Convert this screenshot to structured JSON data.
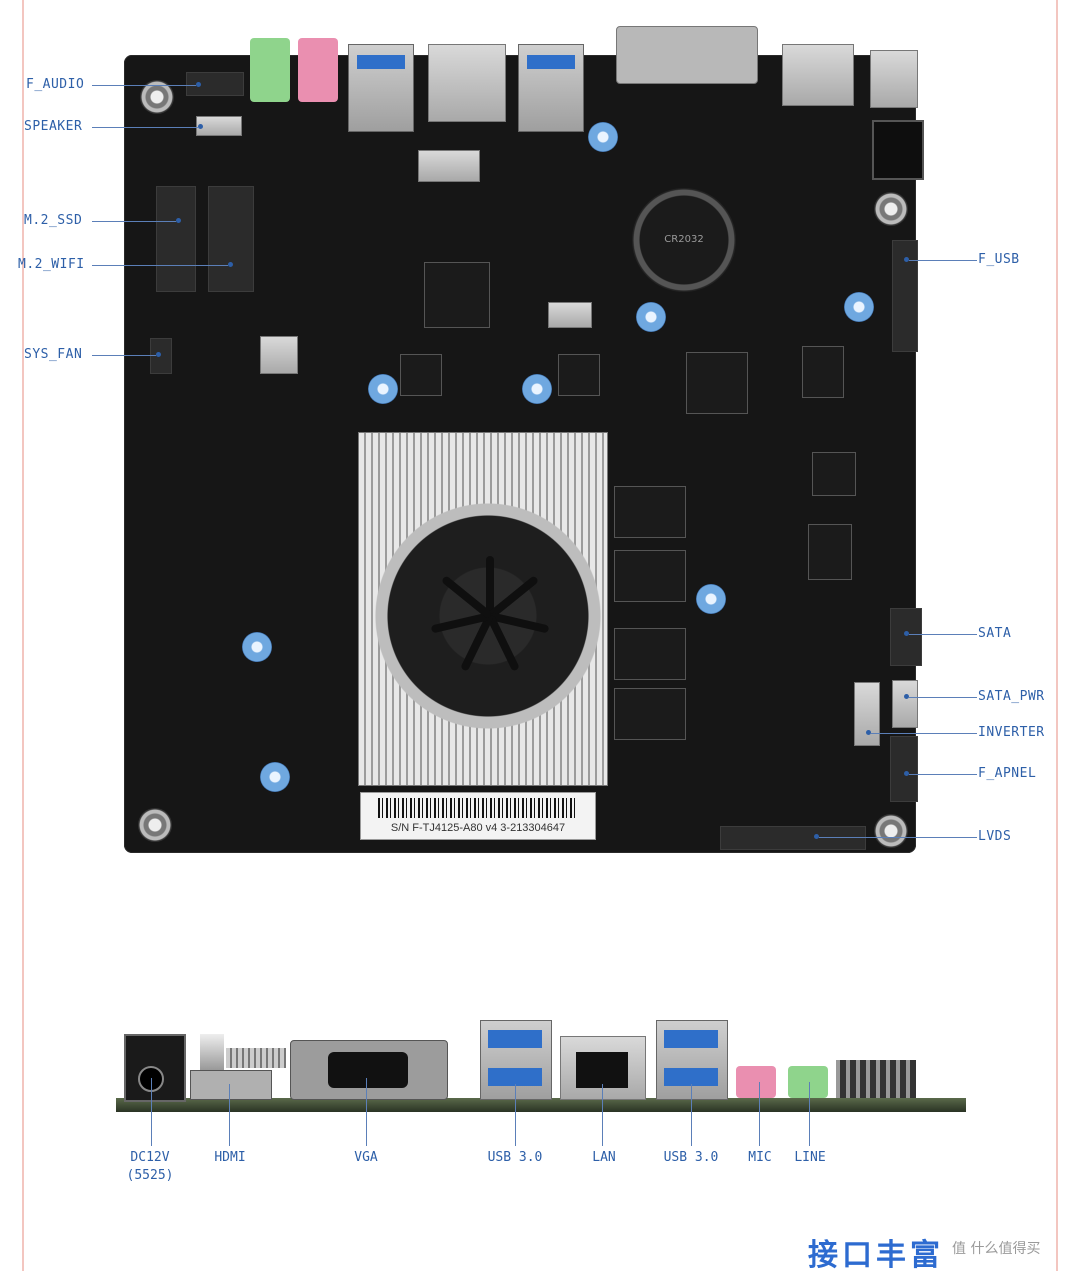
{
  "board_labels": {
    "f_audio": "F_AUDIO",
    "speaker": "SPEAKER",
    "m2_ssd": "M.2_SSD",
    "m2_wifi": "M.2_WIFI",
    "sys_fan": "SYS_FAN",
    "f_usb": "F_USB",
    "sata": "SATA",
    "sata_pwr": "SATA_PWR",
    "inverter": "INVERTER",
    "f_apnel": "F_APNEL",
    "lvds": "LVDS"
  },
  "io_labels": {
    "dc12v": "DC12V",
    "dc12v_sub": "(5525)",
    "hdmi": "HDMI",
    "vga": "VGA",
    "usb3_left": "USB 3.0",
    "lan": "LAN",
    "usb3_right": "USB 3.0",
    "mic": "MIC",
    "line": "LINE"
  },
  "serial": "S/N F-TJ4125-A80 v4 3-213304647",
  "battery_text": "CR2032",
  "title": "接口丰富",
  "watermark": "值 什么值得买",
  "colors": {
    "label_blue": "#2d5fa8",
    "pcb": "#161616",
    "title_blue": "#2d6bd0"
  }
}
